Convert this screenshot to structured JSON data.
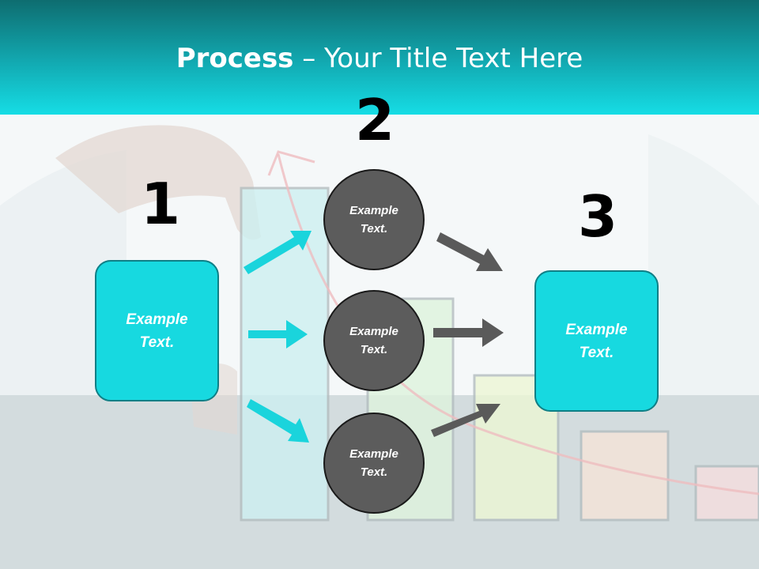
{
  "title": {
    "bold": "Process",
    "rest": " – Your Title Text Here"
  },
  "steps": {
    "one": {
      "number": "1",
      "label": "Example Text."
    },
    "two": {
      "number": "2",
      "items": [
        {
          "label": "Example Text."
        },
        {
          "label": "Example Text."
        },
        {
          "label": "Example Text."
        }
      ]
    },
    "three": {
      "number": "3",
      "label": "Example Text."
    }
  },
  "colors": {
    "accent": "#17d9e0",
    "header_dark": "#0e6d70",
    "circle": "#5c5c5c",
    "arrow_cyan": "#1ad4dc",
    "arrow_gray": "#5a5a5a"
  }
}
